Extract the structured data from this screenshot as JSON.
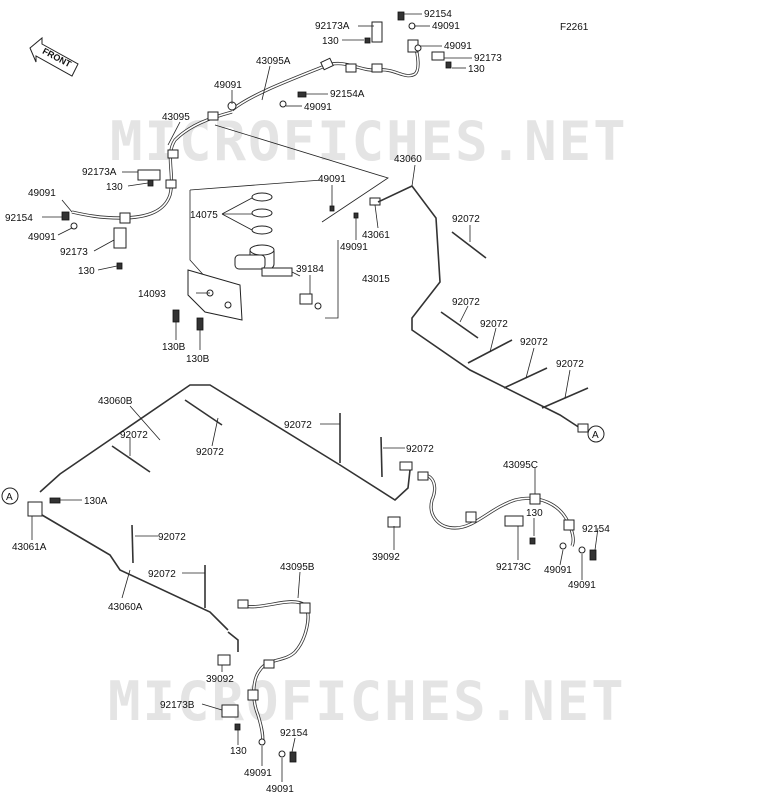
{
  "figure_code": "F2261",
  "front_label": "FRONT",
  "watermark": "MICROFICHES.NET",
  "connector_a": "A",
  "labels": {
    "l92154_top": "92154",
    "l92173A_top": "92173A",
    "l49091_top": "49091",
    "l130_top": "130",
    "l49091_top2": "49091",
    "l92173_top": "92173",
    "l130_top2": "130",
    "l43095A": "43095A",
    "l49091_a": "49091",
    "l92154A": "92154A",
    "l49091_b": "49091",
    "l43095": "43095",
    "l43060": "43060",
    "l92173A_left": "92173A",
    "l130_left": "130",
    "l49091_left": "49091",
    "l92154_left": "92154",
    "l49091_left2": "49091",
    "l92173_left": "92173",
    "l130_left2": "130",
    "l49091_mid": "49091",
    "l14075": "14075",
    "l43061": "43061",
    "l49091_mid2": "49091",
    "l92072_r1": "92072",
    "l39184": "39184",
    "l43015": "43015",
    "l14093": "14093",
    "l130B_1": "130B",
    "l130B_2": "130B",
    "l92072_r2": "92072",
    "l92072_r3": "92072",
    "l92072_r4": "92072",
    "l92072_r5": "92072",
    "l43060B": "43060B",
    "l92072_c1": "92072",
    "l92072_c2": "92072",
    "l92072_c3": "92072",
    "l92072_c4": "92072",
    "l130A": "130A",
    "l43061A": "43061A",
    "l43095C": "43095C",
    "l130_rc": "130",
    "l92154_rc": "92154",
    "l39092_r": "39092",
    "l92173C": "92173C",
    "l49091_rc": "49091",
    "l49091_rc2": "49091",
    "l92072_l1": "92072",
    "l92072_l2": "92072",
    "l43060A": "43060A",
    "l43095B": "43095B",
    "l39092_b": "39092",
    "l92173B": "92173B",
    "l130_b": "130",
    "l92154_b": "92154",
    "l49091_b1": "49091",
    "l49091_b2": "49091"
  }
}
